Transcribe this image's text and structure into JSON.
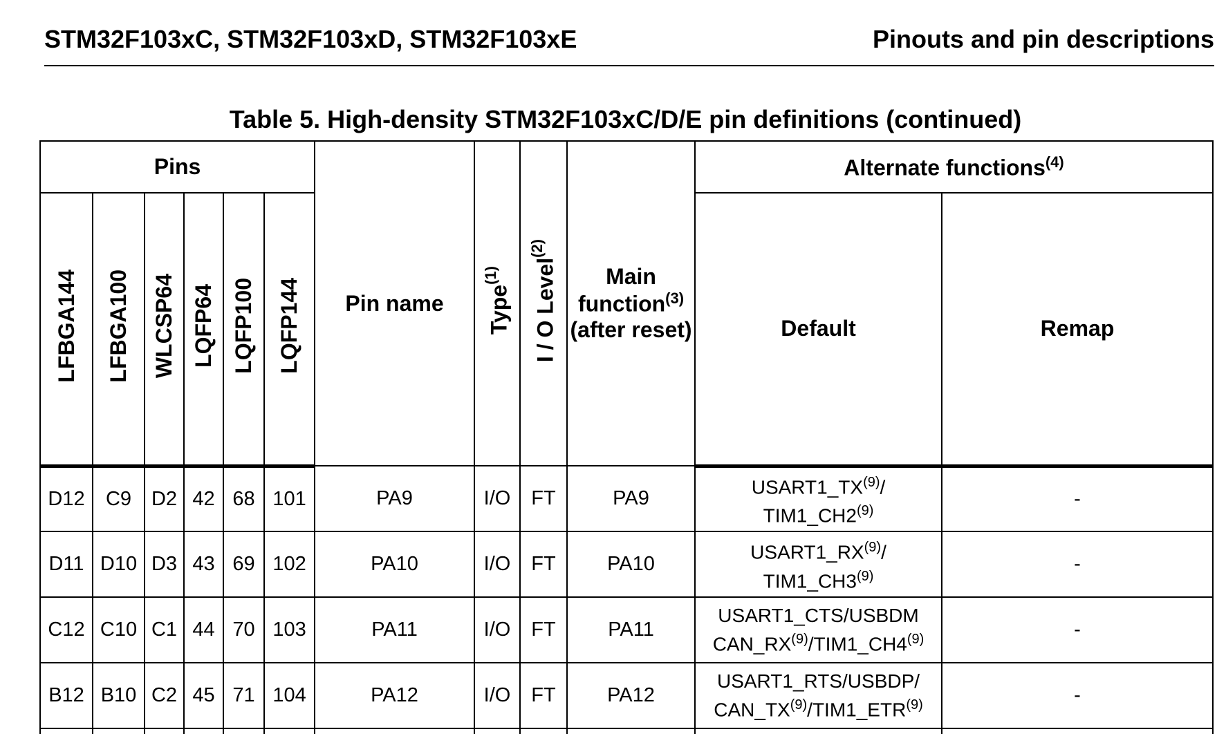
{
  "header": {
    "left": "STM32F103xC, STM32F103xD, STM32F103xE",
    "right": "Pinouts and pin descriptions"
  },
  "table": {
    "title": "Table 5. High-density STM32F103xC/D/E pin definitions (continued)",
    "group_pins": "Pins",
    "group_alt": "Alternate functions",
    "group_alt_note": "(4)",
    "col_lfbga144": "LFBGA144",
    "col_lfbga100": "LFBGA100",
    "col_wlcsp64": "WLCSP64",
    "col_lqfp64": "LQFP64",
    "col_lqfp100": "LQFP100",
    "col_lqfp144": "LQFP144",
    "col_pin_name": "Pin name",
    "col_type": "Type",
    "col_type_note": "(1)",
    "col_io_level": "I / O Level",
    "col_io_level_note": "(2)",
    "col_main_l1": "Main",
    "col_main_l2": "function",
    "col_main_note": "(3)",
    "col_main_l3": "(after reset)",
    "col_default": "Default",
    "col_remap": "Remap",
    "rows": [
      {
        "lfbga144": "D12",
        "lfbga100": "C9",
        "wlcsp64": "D2",
        "lqfp64": "42",
        "lqfp100": "68",
        "lqfp144": "101",
        "pin_name": "PA9",
        "type": "I/O",
        "io_level": "FT",
        "main": "PA9",
        "def_a": "USART1_TX",
        "def_a_note": "(9)",
        "def_a_sep": "/",
        "def_b": "TIM1_CH2",
        "def_b_note": "(9)",
        "def_b_tail": "",
        "remap": "-"
      },
      {
        "lfbga144": "D11",
        "lfbga100": "D10",
        "wlcsp64": "D3",
        "lqfp64": "43",
        "lqfp100": "69",
        "lqfp144": "102",
        "pin_name": "PA10",
        "type": "I/O",
        "io_level": "FT",
        "main": "PA10",
        "def_a": "USART1_RX",
        "def_a_note": "(9)",
        "def_a_sep": "/",
        "def_b": "TIM1_CH3",
        "def_b_note": "(9)",
        "def_b_tail": "",
        "remap": "-"
      },
      {
        "lfbga144": "C12",
        "lfbga100": "C10",
        "wlcsp64": "C1",
        "lqfp64": "44",
        "lqfp100": "70",
        "lqfp144": "103",
        "pin_name": "PA11",
        "type": "I/O",
        "io_level": "FT",
        "main": "PA11",
        "def_a": "USART1_CTS/USBDM",
        "def_a_note": "",
        "def_a_sep": "",
        "def_b": "CAN_RX",
        "def_b_note": "(9)",
        "def_b_tail": "/TIM1_CH4",
        "def_b_tail_note": "(9)",
        "remap": "-"
      },
      {
        "lfbga144": "B12",
        "lfbga100": "B10",
        "wlcsp64": "C2",
        "lqfp64": "45",
        "lqfp100": "71",
        "lqfp144": "104",
        "pin_name": "PA12",
        "type": "I/O",
        "io_level": "FT",
        "main": "PA12",
        "def_a": "USART1_RTS/USBDP/",
        "def_a_note": "",
        "def_a_sep": "",
        "def_b": "CAN_TX",
        "def_b_note": "(9)",
        "def_b_tail": "/TIM1_ETR",
        "def_b_tail_note": "(9)",
        "remap": "-"
      }
    ]
  }
}
